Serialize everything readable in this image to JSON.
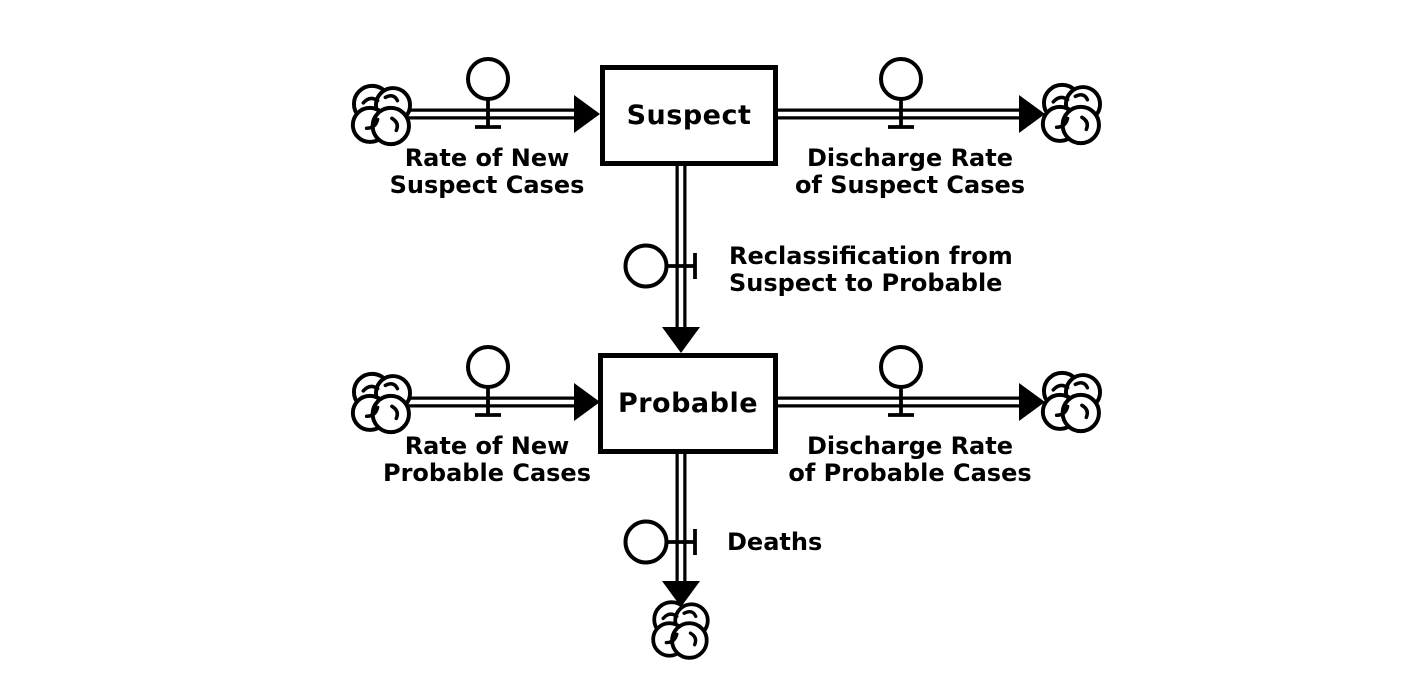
{
  "colors": {
    "background": "#ffffff",
    "ink": "#000000"
  },
  "diagram": {
    "type": "stock-and-flow",
    "stocks": [
      {
        "id": "suspect",
        "label": "Suspect"
      },
      {
        "id": "probable",
        "label": "Probable"
      }
    ],
    "flows": [
      {
        "id": "rate-of-new-suspect-cases",
        "from": "cloud",
        "to": "suspect",
        "label": "Rate of New\nSuspect Cases"
      },
      {
        "id": "discharge-rate-of-suspect-cases",
        "from": "suspect",
        "to": "cloud",
        "label": "Discharge Rate\nof Suspect Cases"
      },
      {
        "id": "reclassification-from-suspect-to-probable",
        "from": "suspect",
        "to": "probable",
        "label": "Reclassification from\nSuspect to Probable"
      },
      {
        "id": "rate-of-new-probable-cases",
        "from": "cloud",
        "to": "probable",
        "label": "Rate of New\nProbable Cases"
      },
      {
        "id": "discharge-rate-of-probable-cases",
        "from": "probable",
        "to": "cloud",
        "label": "Discharge Rate\nof Probable Cases"
      },
      {
        "id": "deaths",
        "from": "probable",
        "to": "cloud",
        "label": "Deaths"
      }
    ]
  }
}
